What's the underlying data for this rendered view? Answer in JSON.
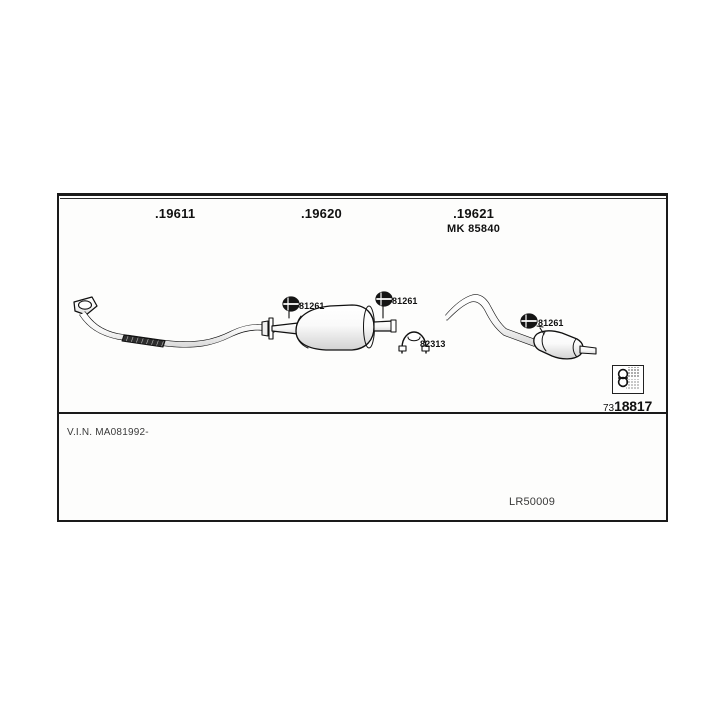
{
  "diagram": {
    "type": "exhaust-system-parts-diagram",
    "background_color": "#ffffff",
    "frame_color": "#1a1a1a",
    "line_color": "#111111",
    "parts": [
      {
        "id": "front-pipe",
        "label": ".19611",
        "sub_label": "",
        "description": "front exhaust pipe with flange and flexible section"
      },
      {
        "id": "centre-silencer",
        "label": ".19620",
        "sub_label": "",
        "description": "centre silencer / middle muffler"
      },
      {
        "id": "rear-silencer",
        "label": ".19621",
        "sub_label": "MK 85840",
        "description": "rear silencer with tail pipe"
      }
    ],
    "fasteners": [
      {
        "id": "clamp-1",
        "label": "81261",
        "icon": "exhaust-clamp-icon"
      },
      {
        "id": "clamp-2",
        "label": "81261",
        "icon": "exhaust-clamp-icon"
      },
      {
        "id": "clamp-3",
        "label": "81261",
        "icon": "exhaust-clamp-icon"
      },
      {
        "id": "hanger-1",
        "label": "82313",
        "icon": "u-bolt-hanger-icon"
      }
    ],
    "code_box": {
      "icon": "clamp-halftone-icon",
      "prefix": "73",
      "number": "18817"
    },
    "footer": {
      "vin": "V.I.N. MA081992-",
      "reference": "LR50009"
    }
  }
}
